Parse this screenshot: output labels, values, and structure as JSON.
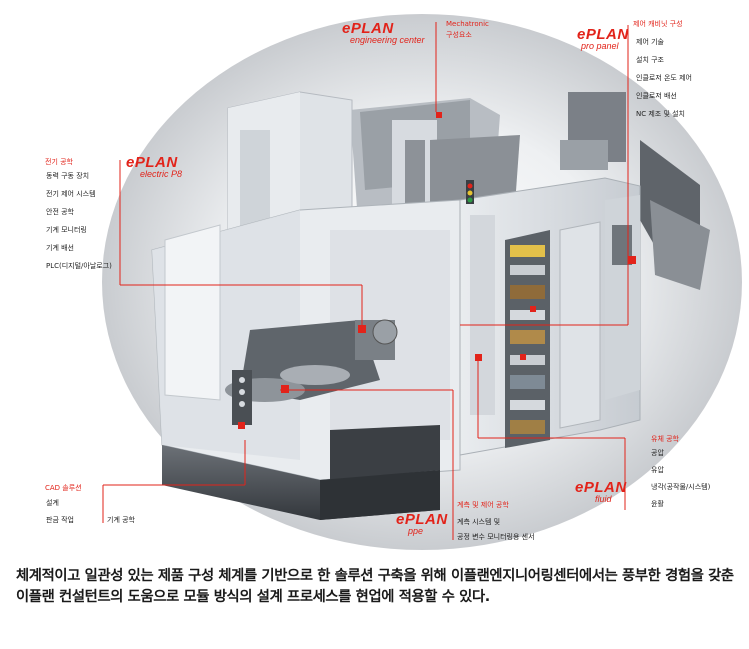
{
  "logos": {
    "engineering_center": {
      "brand": "ePLAN",
      "sub": "engineering center"
    },
    "pro_panel": {
      "brand": "ePLAN",
      "sub": "pro panel"
    },
    "electric": {
      "brand": "ePLAN",
      "sub": "electric P8"
    },
    "fluid": {
      "brand": "ePLAN",
      "sub": "fluid"
    },
    "ppe": {
      "brand": "ePLAN",
      "sub": "ppe"
    }
  },
  "mechatronic": {
    "title": "Mechatronic",
    "subtitle": "구성요소"
  },
  "pro_panel_group": {
    "header": "제어 캐비닛 구성",
    "items": [
      "제어 기술",
      "설치 구조",
      "인클로저 온도 제어",
      "인클로저 배선",
      "NC 제조 및 설치"
    ]
  },
  "electric_group": {
    "header": "전기 공학",
    "items": [
      "동력 구동 장치",
      "전기 제어 시스템",
      "안전 공학",
      "기계 모니터링",
      "기계 배선",
      "PLC(디지털/아날로그)"
    ]
  },
  "fluid_group": {
    "header": "유체 공학",
    "items": [
      "공압",
      "유압",
      "냉각(공작물/시스템)",
      "윤활"
    ]
  },
  "cad_group": {
    "header": "CAD 솔루션",
    "items": [
      "설계",
      "판금 작업"
    ],
    "side": "기계 공학"
  },
  "ppe_group": {
    "header": "계측 및 제어 공학",
    "items": [
      "계측 시스템 및",
      "공정 변수 모니터링용 센서"
    ]
  },
  "colors": {
    "accent": "#e2231a",
    "caption": "#1a1a1a",
    "body": "#e4e7ea"
  },
  "caption": "체계적이고 일관성 있는 제품 구성 체계를 기반으로 한 솔루션 구축을 위해 이플랜엔지니어링센터에서는 풍부한 경험을 갖춘 이플랜 컨설턴트의 도움으로 모듈 방식의 설계 프로세스를 현업에 적용할 수 있다."
}
